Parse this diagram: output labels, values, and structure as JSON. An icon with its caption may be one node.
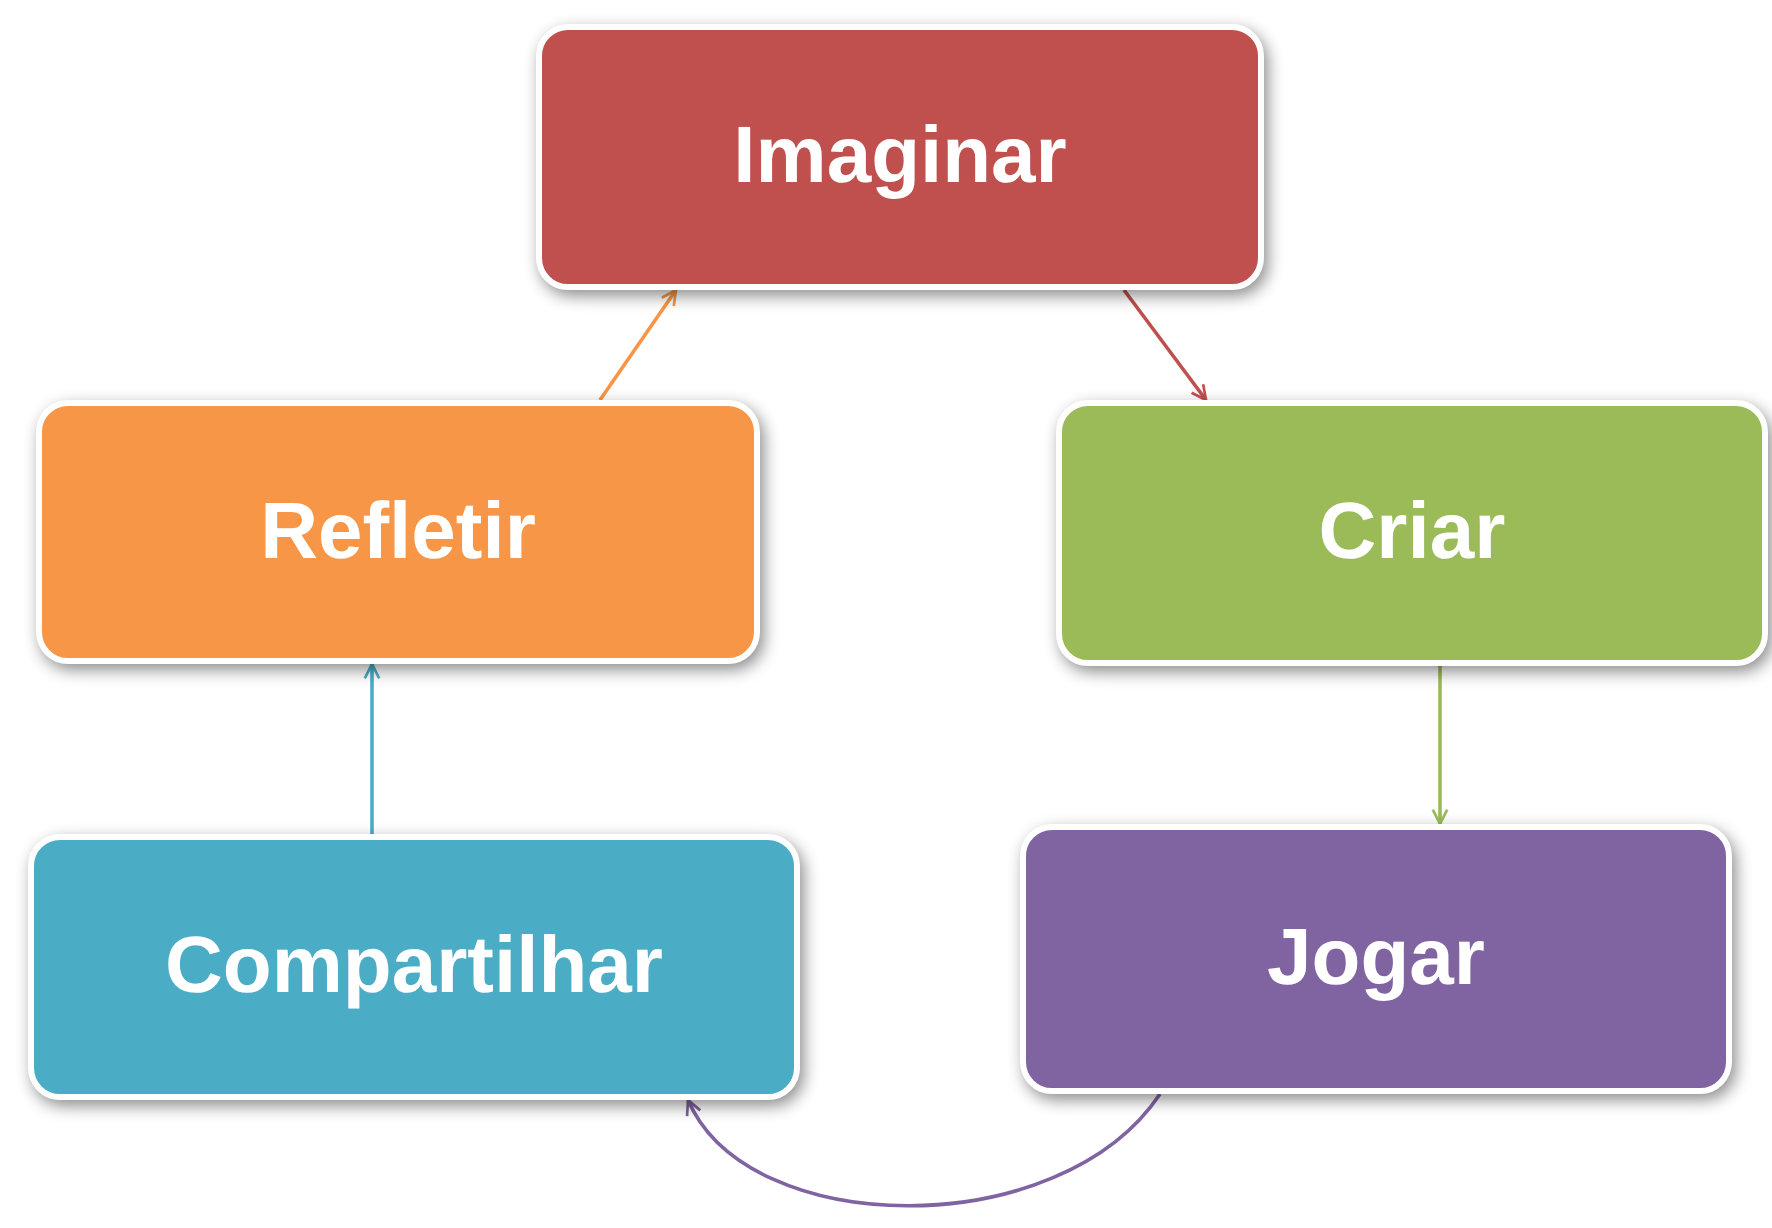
{
  "diagram": {
    "nodes": [
      {
        "text": [
          "Imaginar"
        ]
      },
      {
        "text": [
          "Criar"
        ]
      },
      {
        "text": [
          "Jogar"
        ]
      },
      {
        "text": [
          "Compartilhar"
        ]
      },
      {
        "text": [
          "Refletir"
        ]
      }
    ],
    "edges": [
      {
        "from": 0,
        "to": 1,
        "arrow": "to",
        "color": "#c0504d"
      },
      {
        "from": 1,
        "to": 2,
        "arrow": "to",
        "color": "#9bbb59"
      },
      {
        "from": 2,
        "to": 3,
        "arrow": "to",
        "color": "#8064a2"
      },
      {
        "from": 3,
        "to": 4,
        "arrow": "to",
        "color": "#4bacc6"
      },
      {
        "from": 4,
        "to": 0,
        "arrow": "to",
        "color": "#f79646"
      }
    ]
  }
}
